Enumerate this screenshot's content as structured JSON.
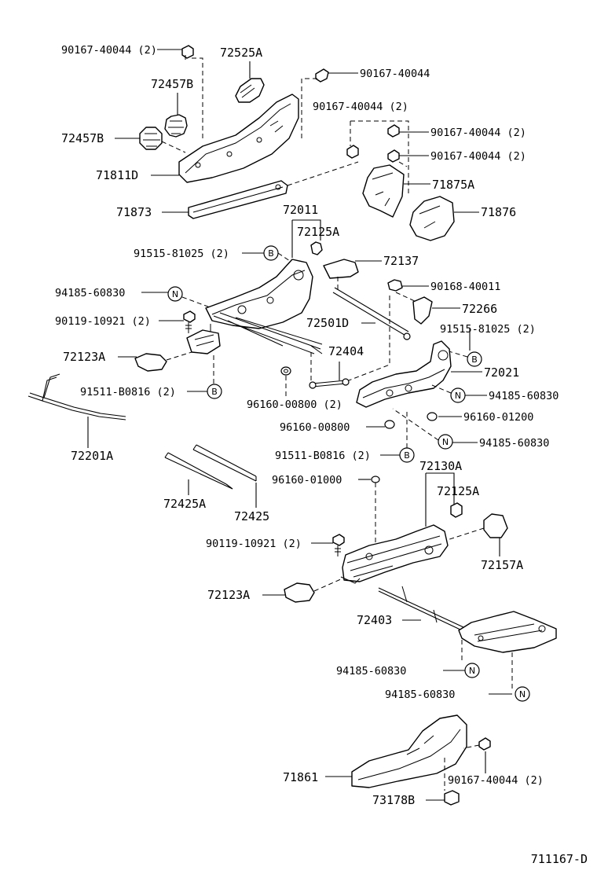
{
  "diagram_code": "711167-D",
  "parts": {
    "p90167_40044_2_a": "90167-40044 (2)",
    "p72525A": "72525A",
    "p90167_40044_a": "90167-40044",
    "p72457B_a": "72457B",
    "p90167_40044_2_b": "90167-40044 (2)",
    "p90167_40044_2_c": "90167-40044 (2)",
    "p72457B_b": "72457B",
    "p90167_40044_2_d": "90167-40044 (2)",
    "p71811D": "71811D",
    "p71875A": "71875A",
    "p71873": "71873",
    "p71876": "71876",
    "p72011": "72011",
    "p72125A_a": "72125A",
    "p91515_81025_2_a": "91515-81025 (2)",
    "p72137": "72137",
    "p94185_60830_a": "94185-60830",
    "p90168_40011": "90168-40011",
    "p72266": "72266",
    "p90119_10921_2_a": "90119-10921 (2)",
    "p72501D": "72501D",
    "p91515_81025_2_b": "91515-81025 (2)",
    "p72123A_a": "72123A",
    "p72404": "72404",
    "p72021": "72021",
    "p91511_B0816_2_a": "91511-B0816 (2)",
    "p94185_60830_b": "94185-60830",
    "p96160_00800_2": "96160-00800 (2)",
    "p96160_01200": "96160-01200",
    "p72201A": "72201A",
    "p96160_00800": "96160-00800",
    "p94185_60830_c": "94185-60830",
    "p91511_B0816_2_b": "91511-B0816 (2)",
    "p72130A": "72130A",
    "p96160_01000": "96160-01000",
    "p72125A_b": "72125A",
    "p72425A": "72425A",
    "p72425": "72425",
    "p90119_10921_2_b": "90119-10921 (2)",
    "p72157A": "72157A",
    "p72123A_b": "72123A",
    "p72403": "72403",
    "p94185_60830_d": "94185-60830",
    "p94185_60830_e": "94185-60830",
    "p71861": "71861",
    "p90167_40044_2_e": "90167-40044 (2)",
    "p73178B": "73178B"
  },
  "callouts": {
    "B": "B",
    "N": "N"
  }
}
